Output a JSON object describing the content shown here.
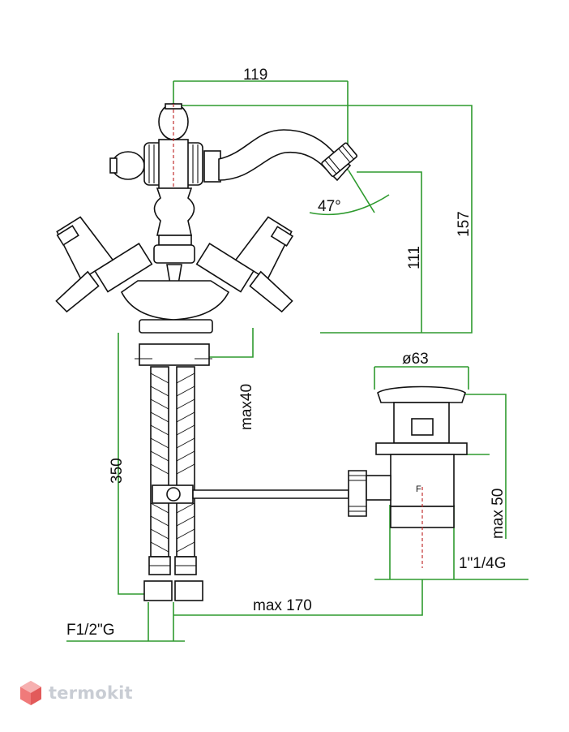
{
  "dimensions": {
    "top_width": "119",
    "overall_height": "157",
    "spout_height": "111",
    "spout_angle": "47°",
    "hose_length": "350",
    "max_thickness": "max40",
    "drain_diameter": "ø63",
    "max_drain_depth": "max 50",
    "drain_thread": "1\"1/4G",
    "max_reach": "max 170",
    "hose_thread": "F1/2\"G"
  },
  "brand": {
    "name": "termokit",
    "color": "#c9cdd4",
    "icon": "hexagon-logo-icon"
  },
  "colors": {
    "dimension_lines": "#2e9a2e",
    "center_axes": "#c23030",
    "outline": "#111111"
  }
}
